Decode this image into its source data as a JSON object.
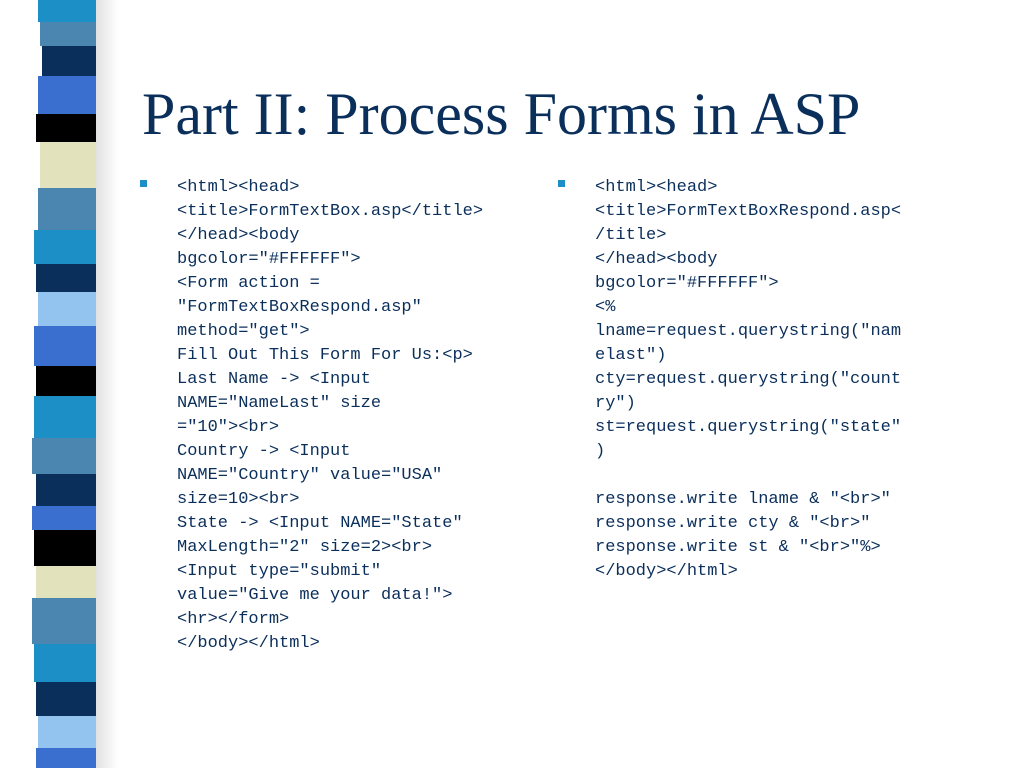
{
  "slide": {
    "title": "Part II:  Process Forms in ASP",
    "left_code": "<html><head>\n<title>FormTextBox.asp</title>\n</head><body\nbgcolor=\"#FFFFFF\">\n<Form action =\n\"FormTextBoxRespond.asp\"\nmethod=\"get\">\nFill Out This Form For Us:<p>\nLast Name -> <Input\nNAME=\"NameLast\" size\n=\"10\"><br>\nCountry -> <Input\nNAME=\"Country\" value=\"USA\"\nsize=10><br>\nState -> <Input NAME=\"State\"\nMaxLength=\"2\" size=2><br>\n<Input type=\"submit\"\nvalue=\"Give me your data!\">\n<hr></form>\n</body></html>",
    "right_code": "<html><head>\n<title>FormTextBoxRespond.asp<\n/title>\n</head><body\nbgcolor=\"#FFFFFF\">\n<%\nlname=request.querystring(\"nam\nelast\")\ncty=request.querystring(\"count\nry\")\nst=request.querystring(\"state\"\n)\n\nresponse.write lname & \"<br>\"\nresponse.write cty & \"<br>\"\nresponse.write st & \"<br>\"%>\n</body></html>"
  },
  "theme": {
    "title_color": "#0b2f5b",
    "text_color": "#0b2f5b",
    "bullet_color": "#1c8fc7",
    "stripe_colors": [
      "#1c8fc7",
      "#4a86b0",
      "#0b2f5b",
      "#3a6fd0",
      "#000000",
      "#e2e2bc",
      "#4a86b0",
      "#1c8fc7",
      "#0b2f5b",
      "#93c4f0",
      "#3a6fd0",
      "#000000"
    ]
  }
}
